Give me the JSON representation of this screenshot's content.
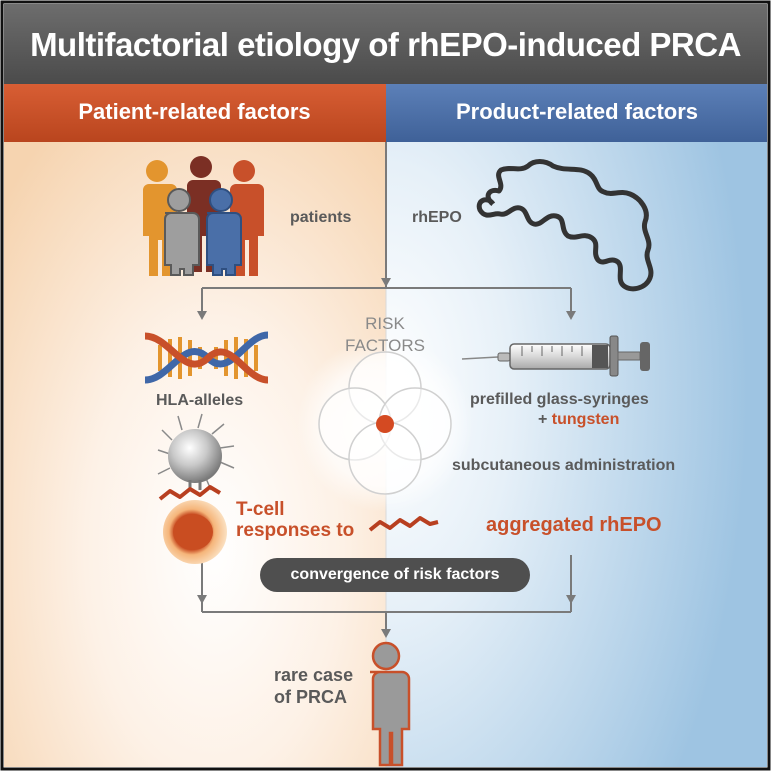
{
  "title": "Multifactorial etiology of rhEPO-induced PRCA",
  "columns": {
    "patient": {
      "header": "Patient-related factors",
      "color": "#c8502a"
    },
    "product": {
      "header": "Product-related factors",
      "color": "#4a6fa8"
    }
  },
  "labels": {
    "patients": "patients",
    "rhepo": "rhEPO",
    "hla": "HLA-alleles",
    "tcell_1": "T-cell",
    "tcell_2": "responses to",
    "syringe_1": "prefilled glass-syringes",
    "syringe_2": "+ ",
    "tungsten": "tungsten",
    "subcutaneous": "subcutaneous administration",
    "aggregated": "aggregated rhEPO",
    "risk_1": "RISK",
    "risk_2": "FACTORS",
    "convergence": "convergence of risk factors",
    "rare_1": "rare case",
    "rare_2": "of PRCA"
  },
  "icons": [
    "people-group-icon",
    "protein-chain-icon",
    "dna-helix-icon",
    "syringe-icon",
    "t-cell-icon",
    "apc-cell-icon",
    "venn-risk-icon",
    "person-icon"
  ]
}
